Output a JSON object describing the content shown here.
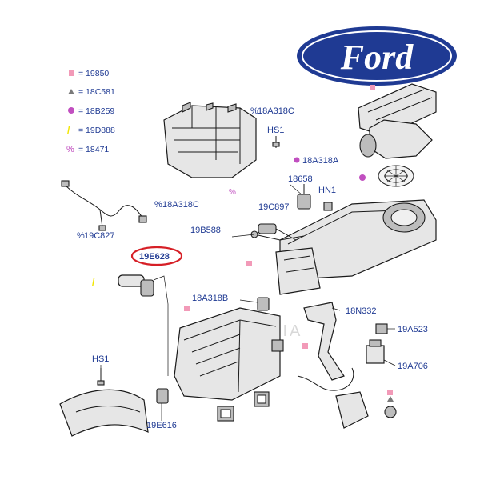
{
  "logo": {
    "text": "Ford",
    "color": "#1f3a93"
  },
  "watermark": "MEDIA",
  "legend": [
    {
      "symbol": "square",
      "color": "#f29ab8",
      "label": "= 19850"
    },
    {
      "symbol": "triangle",
      "color": "#7a7a7a",
      "label": "= 18C581"
    },
    {
      "symbol": "circle",
      "color": "#c14fc0",
      "label": "= 18B259"
    },
    {
      "symbol": "slash",
      "color": "#f2e600",
      "label": "= 19D888"
    },
    {
      "symbol": "percent",
      "color": "#c14fc0",
      "label": "= 18471"
    }
  ],
  "callouts": {
    "c18A318C_top": "18A318C",
    "hs1_top": "HS1",
    "c18A318A": "18A318A",
    "c18A318C_left": "18A318C",
    "c18658": "18658",
    "hn1": "HN1",
    "c19C897": "19C897",
    "c19B588": "19B588",
    "c19C827": "19C827",
    "c19E628": "19E628",
    "c18A318B": "18A318B",
    "c18N332": "18N332",
    "c19A523": "19A523",
    "hs1_bottom": "HS1",
    "c19A706": "19A706",
    "c19E616": "19E616"
  },
  "highlight": {
    "part": "19E628",
    "ring_color": "#d61f26"
  },
  "colors": {
    "label": "#1f3a93",
    "pink": "#f29ab8",
    "magenta": "#c14fc0",
    "yellow": "#f2e600",
    "gray": "#7a7a7a"
  }
}
